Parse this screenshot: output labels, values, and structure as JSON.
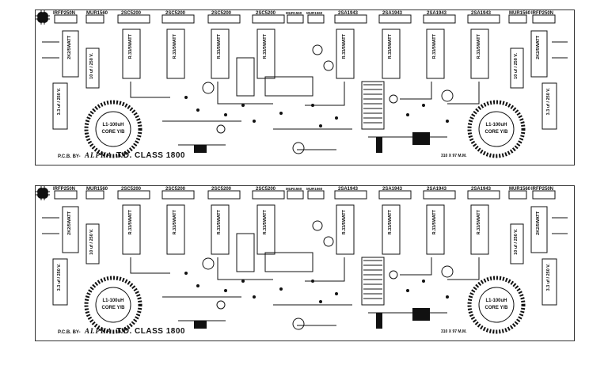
{
  "board_top": {
    "header_labels": [
      "IRFP250N",
      "MUR1560",
      "2SC5200",
      "2SC5200",
      "2SC5200",
      "2SC5200",
      "MUR1560",
      "MUR1560",
      "2SA1943",
      "2SA1943",
      "2SA1943",
      "2SA1943",
      "MUR1560",
      "IRFP250N"
    ],
    "resistor_labels": [
      "R.33/5WATT",
      "R.33/5WATT",
      "R.33/5WATT",
      "R.33/5WATT",
      "R.33/5WATT",
      "R.33/5WATT",
      "R.33/5WATT",
      "R.33/5WATT"
    ],
    "cap_left_1": "2K2/5WATT",
    "cap_left_2": "10 uf / 250 V.",
    "cap_left_3": "3.3 uf / 250 V.",
    "cap_right_1": "2K2/5WATT",
    "cap_right_2": "10 uf / 250 V.",
    "cap_right_3": "3.3 uf / 250 V.",
    "coil_left_line1": "L1-100uH",
    "coil_left_line2": "CORE Y/B",
    "coil_right_line1": "L1-100uH",
    "coil_right_line2": "CORE Y/B",
    "credit": "P.C.B. BY-",
    "brand": "ALPHA",
    "title": "T.D. CLASS 1800",
    "dims": "310 X 97 M.M."
  },
  "board_bottom": {
    "header_labels": [
      "IRFP250N",
      "MUR1560",
      "2SC5200",
      "2SC5200",
      "2SC5200",
      "2SC5200",
      "MUR1560",
      "MUR1560",
      "2SA1943",
      "2SA1943",
      "2SA1943",
      "2SA1943",
      "MUR1560",
      "IRFP250N"
    ],
    "resistor_labels": [
      "R.33/5WATT",
      "R.33/5WATT",
      "R.33/5WATT",
      "R.33/5WATT",
      "R.33/5WATT",
      "R.33/5WATT",
      "R.33/5WATT",
      "R.33/5WATT"
    ],
    "cap_left_1": "2K2/5WATT",
    "cap_left_2": "10 uf / 250 V.",
    "cap_left_3": "3.3 uf / 250 V.",
    "cap_right_1": "2K2/5WATT",
    "cap_right_2": "10 uf / 250 V.",
    "cap_right_3": "3.3 uf / 250 V.",
    "coil_left_line1": "L1-100uH",
    "coil_left_line2": "CORE Y/B",
    "coil_right_line1": "L1-100uH",
    "coil_right_line2": "CORE Y/B",
    "credit": "P.C.B. BY-",
    "brand": "ALPHA",
    "title": "T.D. CLASS 1800",
    "dims": "310 X 97 M.M."
  }
}
